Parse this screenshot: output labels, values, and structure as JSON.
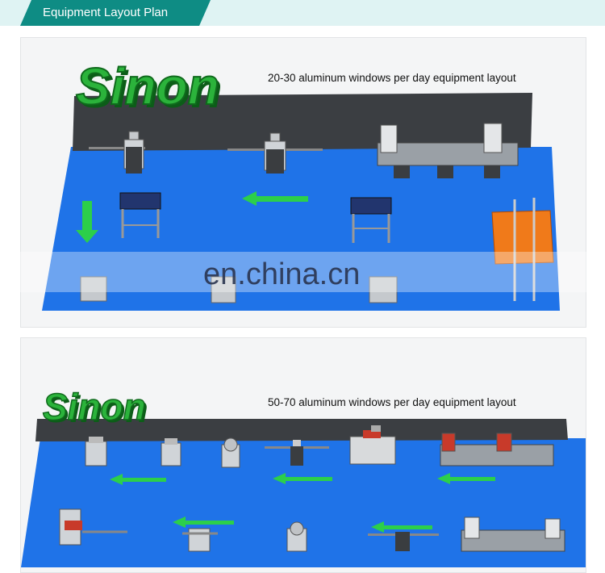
{
  "header": {
    "title": "Equipment Layout Plan"
  },
  "panels": [
    {
      "logo": "Sinon",
      "caption": "20-30 aluminum windows per day equipment layout"
    },
    {
      "logo": "Sinon",
      "caption": "50-70 aluminum windows per day equipment layout"
    }
  ],
  "watermark": "en.china.cn",
  "colors": {
    "header_bg": "#0e8c84",
    "floor_blue": "#1f73e8",
    "wall_gray": "#3a3d40",
    "arrow_green": "#2ccf4a",
    "logo_green": "#1e8f2a",
    "rack_orange": "#f07a1a"
  }
}
